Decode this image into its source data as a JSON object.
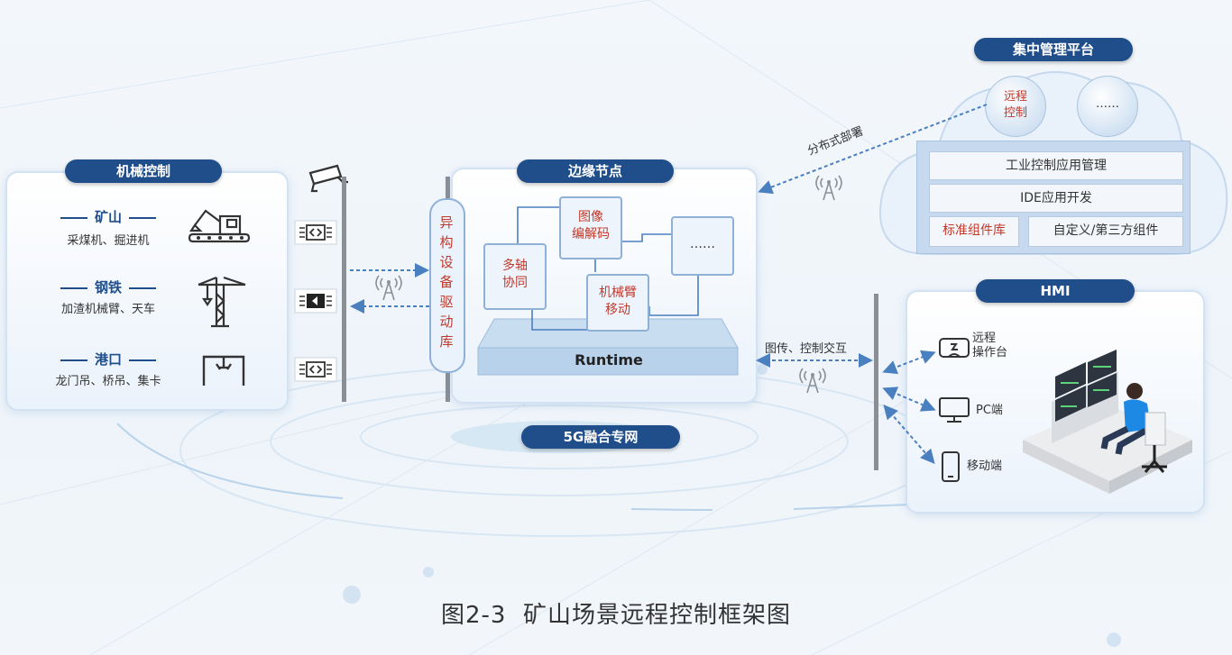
{
  "machine_control": {
    "title": "机械控制",
    "categories": [
      {
        "name": "矿山",
        "items": "采煤机、掘进机",
        "icon": "excavator-icon"
      },
      {
        "name": "钢铁",
        "items": "加渣机械臂、天车",
        "icon": "tower-crane-icon"
      },
      {
        "name": "港口",
        "items": "龙门吊、桥吊、集卡",
        "icon": "gantry-crane-icon"
      }
    ]
  },
  "edge_node": {
    "title": "边缘节点",
    "driver_lib": "异构设备驱动库",
    "image_codec": "图像\n编解码",
    "multi_axis": "多轴\n协同",
    "robot_arm": "机械臂\n移动",
    "more": "……",
    "runtime": "Runtime"
  },
  "platform": {
    "title": "集中管理平台",
    "remote_control": "远程\n控制",
    "more": "……",
    "rows": [
      "工业控制应用管理",
      "IDE应用开发"
    ],
    "std_components": "标准组件库",
    "custom_components": "自定义/第三方组件"
  },
  "links": {
    "distributed": "分布式部署",
    "image_control": "图传、控制交互",
    "network": "5G融合专网"
  },
  "hmi": {
    "title": "HMI",
    "items": [
      {
        "label": "远程\n操作台",
        "icon": "vr-console-icon"
      },
      {
        "label": "PC端",
        "icon": "monitor-icon"
      },
      {
        "label": "移动端",
        "icon": "mobile-phone-icon"
      }
    ]
  },
  "caption": "图2-3  矿山场景远程控制框架图",
  "colors": {
    "accent": "#1f4e8a",
    "red_text": "#c0392b",
    "arrow": "#4a7fc0"
  }
}
